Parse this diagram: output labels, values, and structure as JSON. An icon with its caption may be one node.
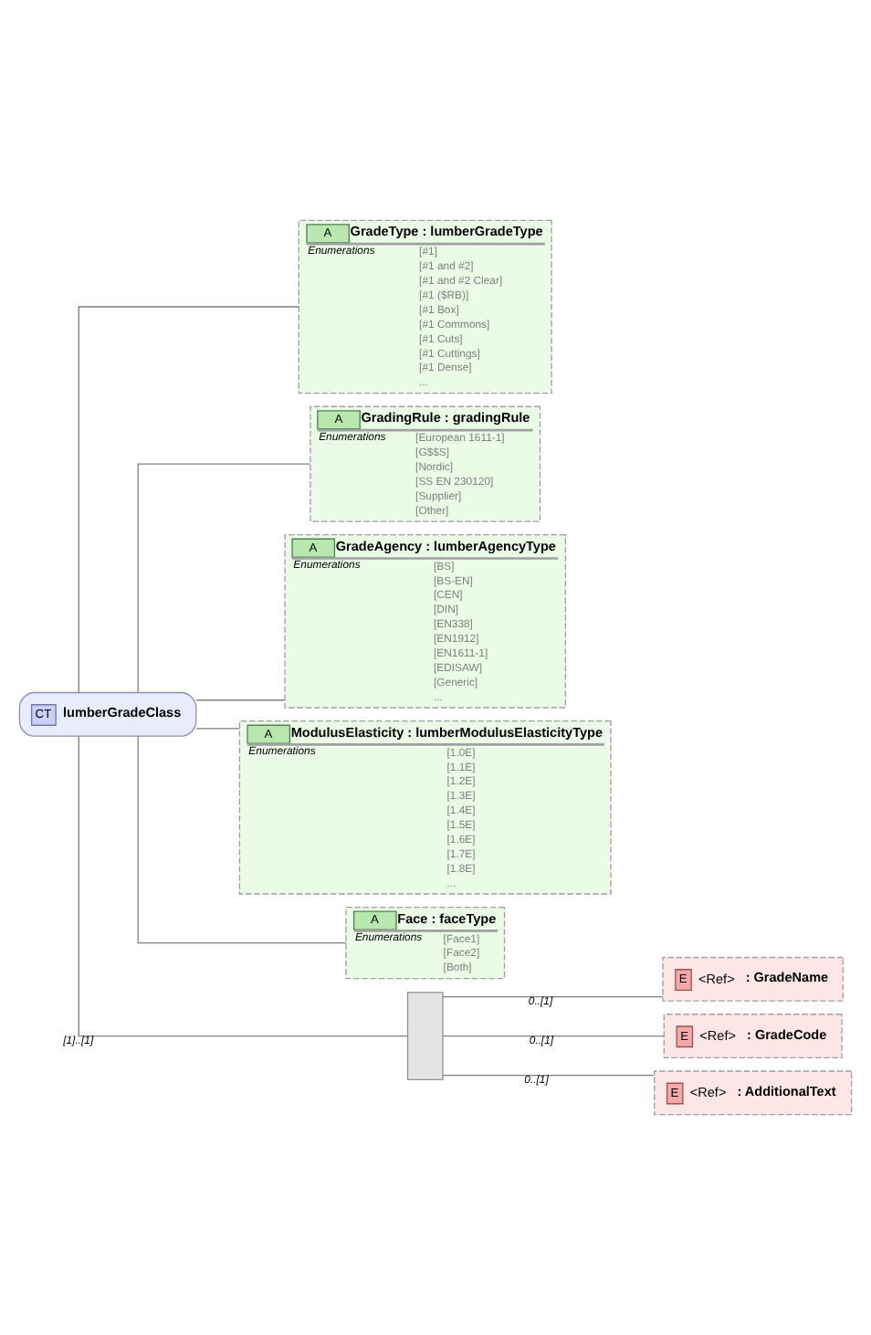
{
  "diagram": {
    "nodes": [
      {
        "text": [
          "CT",
          "lumberGradeClass"
        ]
      },
      {
        "text": [
          "A",
          "GradeType : lumberGradeType",
          "Enumerations",
          "[#1]",
          "[#1 and #2]",
          "[#1 and #2 Clear]",
          "[#1 ($RB)]",
          "[#1 Box]",
          "[#1 Commons]",
          "[#1 Cuts]",
          "[#1 Cuttings]",
          "[#1 Dense]",
          "..."
        ]
      },
      {
        "text": [
          "A",
          "GradingRule : gradingRule",
          "Enumerations",
          "[European 1611-1]",
          "[G$$S]",
          "[Nordic]",
          "[SS EN 230120]",
          "[Supplier]",
          "[Other]"
        ]
      },
      {
        "text": [
          "A",
          "GradeAgency : lumberAgencyType",
          "Enumerations",
          "[BS]",
          "[BS-EN]",
          "[CEN]",
          "[DIN]",
          "[EN338]",
          "[EN1912]",
          "[EN1611-1]",
          "[EDISAW]",
          "[Generic]",
          "..."
        ]
      },
      {
        "text": [
          "A",
          "ModulusElasticity : lumberModulusElasticityType",
          "Enumerations",
          "[1.0E]",
          "[1.1E]",
          "[1.2E]",
          "[1.3E]",
          "[1.4E]",
          "[1.5E]",
          "[1.6E]",
          "[1.7E]",
          "[1.8E]",
          "..."
        ]
      },
      {
        "text": [
          "A",
          "Face : faceType",
          "Enumerations",
          "[Face1]",
          "[Face2]",
          "[Both]"
        ]
      },
      {
        "text": [],
        "shape": "box"
      },
      {
        "text": [
          "E",
          "<Ref>",
          ": GradeName"
        ]
      },
      {
        "text": [
          "E",
          "<Ref>",
          ": GradeCode"
        ]
      },
      {
        "text": [
          "E",
          "<Ref>",
          ": AdditionalText"
        ]
      }
    ],
    "edges": [
      {
        "from": 0,
        "to": 1,
        "arrow": "none"
      },
      {
        "from": 0,
        "to": 2,
        "arrow": "none"
      },
      {
        "from": 0,
        "to": 3,
        "arrow": "none"
      },
      {
        "from": 0,
        "to": 4,
        "arrow": "none"
      },
      {
        "from": 0,
        "to": 5,
        "arrow": "none"
      },
      {
        "from": 0,
        "to": 6,
        "label": "[1]..[1]",
        "arrow": "none"
      },
      {
        "from": 6,
        "to": 7,
        "label": "0..[1]",
        "arrow": "none"
      },
      {
        "from": 6,
        "to": 8,
        "label": "0..[1]",
        "arrow": "none"
      },
      {
        "from": 6,
        "to": 9,
        "label": "0..[1]",
        "arrow": "none"
      }
    ]
  }
}
